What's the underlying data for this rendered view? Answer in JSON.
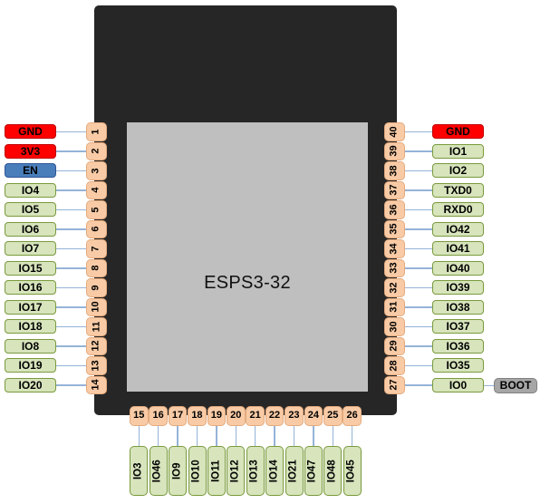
{
  "chip": {
    "label": "ESPS3-32"
  },
  "boot": {
    "label": "BOOT"
  },
  "colors": {
    "power_fill": "#FE0000",
    "power_border": "#C00000",
    "enable_fill": "#4A7EBB",
    "enable_border": "#2F5597",
    "gpio_fill": "#D7E4BC",
    "gpio_border": "#7A9A3D",
    "pin_fill": "#F8CBA6",
    "pin_border": "#E5AB7E",
    "boot_fill": "#A6A6A6",
    "boot_border": "#808080",
    "wire": "#95B3D7",
    "chip_body": "#262626",
    "chip_inner": "#BFBFBF"
  },
  "left_pins": [
    {
      "num": "1",
      "label": "GND",
      "type": "power"
    },
    {
      "num": "2",
      "label": "3V3",
      "type": "power"
    },
    {
      "num": "3",
      "label": "EN",
      "type": "enable"
    },
    {
      "num": "4",
      "label": "IO4",
      "type": "gpio"
    },
    {
      "num": "5",
      "label": "IO5",
      "type": "gpio"
    },
    {
      "num": "6",
      "label": "IO6",
      "type": "gpio"
    },
    {
      "num": "7",
      "label": "IO7",
      "type": "gpio"
    },
    {
      "num": "8",
      "label": "IO15",
      "type": "gpio"
    },
    {
      "num": "9",
      "label": "IO16",
      "type": "gpio"
    },
    {
      "num": "10",
      "label": "IO17",
      "type": "gpio"
    },
    {
      "num": "11",
      "label": "IO18",
      "type": "gpio"
    },
    {
      "num": "12",
      "label": "IO8",
      "type": "gpio"
    },
    {
      "num": "13",
      "label": "IO19",
      "type": "gpio"
    },
    {
      "num": "14",
      "label": "IO20",
      "type": "gpio"
    }
  ],
  "right_pins": [
    {
      "num": "40",
      "label": "GND",
      "type": "power"
    },
    {
      "num": "39",
      "label": "IO1",
      "type": "gpio"
    },
    {
      "num": "38",
      "label": "IO2",
      "type": "gpio"
    },
    {
      "num": "37",
      "label": "TXD0",
      "type": "gpio"
    },
    {
      "num": "36",
      "label": "RXD0",
      "type": "gpio"
    },
    {
      "num": "35",
      "label": "IO42",
      "type": "gpio"
    },
    {
      "num": "34",
      "label": "IO41",
      "type": "gpio"
    },
    {
      "num": "33",
      "label": "IO40",
      "type": "gpio"
    },
    {
      "num": "32",
      "label": "IO39",
      "type": "gpio"
    },
    {
      "num": "31",
      "label": "IO38",
      "type": "gpio"
    },
    {
      "num": "30",
      "label": "IO37",
      "type": "gpio"
    },
    {
      "num": "29",
      "label": "IO36",
      "type": "gpio"
    },
    {
      "num": "28",
      "label": "IO35",
      "type": "gpio"
    },
    {
      "num": "27",
      "label": "IO0",
      "type": "gpio"
    }
  ],
  "bottom_pins": [
    {
      "num": "15",
      "label": "IO3",
      "type": "gpio"
    },
    {
      "num": "16",
      "label": "IO46",
      "type": "gpio"
    },
    {
      "num": "17",
      "label": "IO9",
      "type": "gpio"
    },
    {
      "num": "18",
      "label": "IO10",
      "type": "gpio"
    },
    {
      "num": "19",
      "label": "IO11",
      "type": "gpio"
    },
    {
      "num": "20",
      "label": "IO12",
      "type": "gpio"
    },
    {
      "num": "21",
      "label": "IO13",
      "type": "gpio"
    },
    {
      "num": "22",
      "label": "IO14",
      "type": "gpio"
    },
    {
      "num": "23",
      "label": "IO21",
      "type": "gpio"
    },
    {
      "num": "24",
      "label": "IO47",
      "type": "gpio"
    },
    {
      "num": "25",
      "label": "IO48",
      "type": "gpio"
    },
    {
      "num": "26",
      "label": "IO45",
      "type": "gpio"
    }
  ]
}
